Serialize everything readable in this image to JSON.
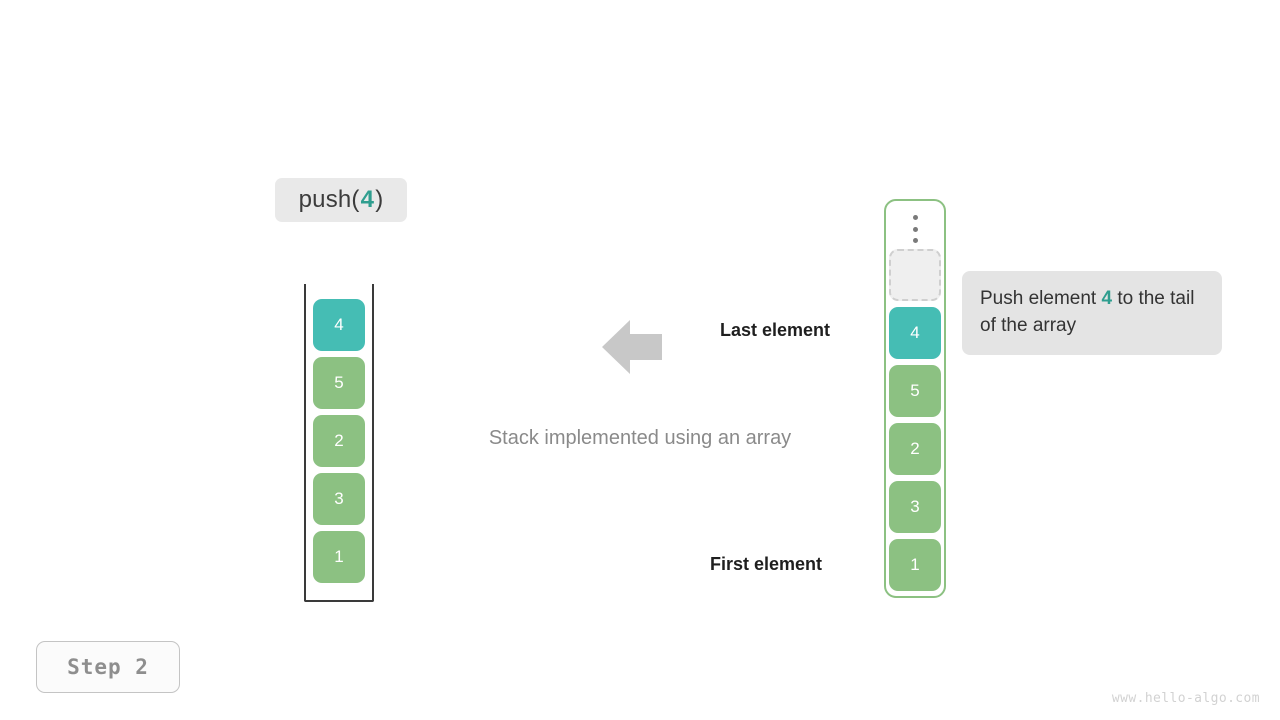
{
  "operation": {
    "prefix": "push(",
    "value": "4",
    "suffix": ")"
  },
  "stack": {
    "cells": [
      "4",
      "5",
      "2",
      "3",
      "1"
    ],
    "top_color": "#45bdb4",
    "cell_color": "#8cc182",
    "wall_color": "#3a3a3a"
  },
  "annotations": {
    "last_element": "Last element",
    "first_element": "First element",
    "caption": "Stack implemented using an array",
    "arrow": "arrow-left-icon"
  },
  "array": {
    "overflow_icon": "vertical-dots-icon",
    "placeholder": "",
    "cells": [
      "4",
      "5",
      "2",
      "3",
      "1"
    ],
    "border_color": "#8cc182"
  },
  "callout": {
    "text_before": "Push element ",
    "value": "4",
    "text_after": " to the tail of the array"
  },
  "footer": {
    "step_label": "Step 2",
    "watermark": "www.hello-algo.com"
  }
}
